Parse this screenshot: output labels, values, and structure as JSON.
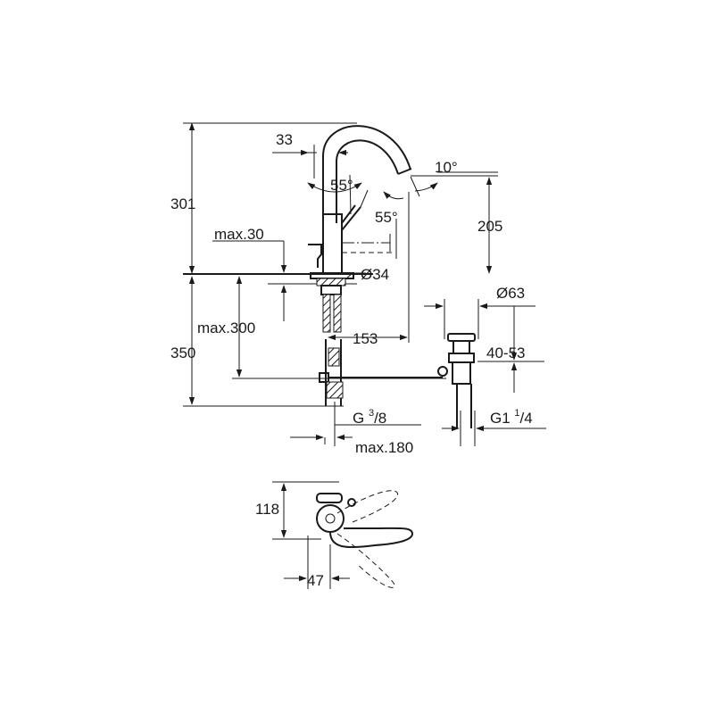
{
  "dimensions": {
    "height_total": "301",
    "spout_offset": "33",
    "lever_angle_left": "55°",
    "lever_angle_right": "55°",
    "spout_angle": "10°",
    "spout_height": "205",
    "deck_thickness": "max.30",
    "mount_hole": "Ø34",
    "below_deck": "350",
    "pipe_length": "max.300",
    "spout_reach": "153",
    "drain_diameter": "Ø63",
    "drain_range": "40-53",
    "inlet_thread_main": "G ",
    "inlet_thread_sup": "3",
    "inlet_thread_sub": "/8",
    "drain_thread_main": "G1 ",
    "drain_thread_sup": "1",
    "drain_thread_sub": "/4",
    "rod_length": "max.180",
    "top_depth": "118",
    "top_width": "47"
  }
}
